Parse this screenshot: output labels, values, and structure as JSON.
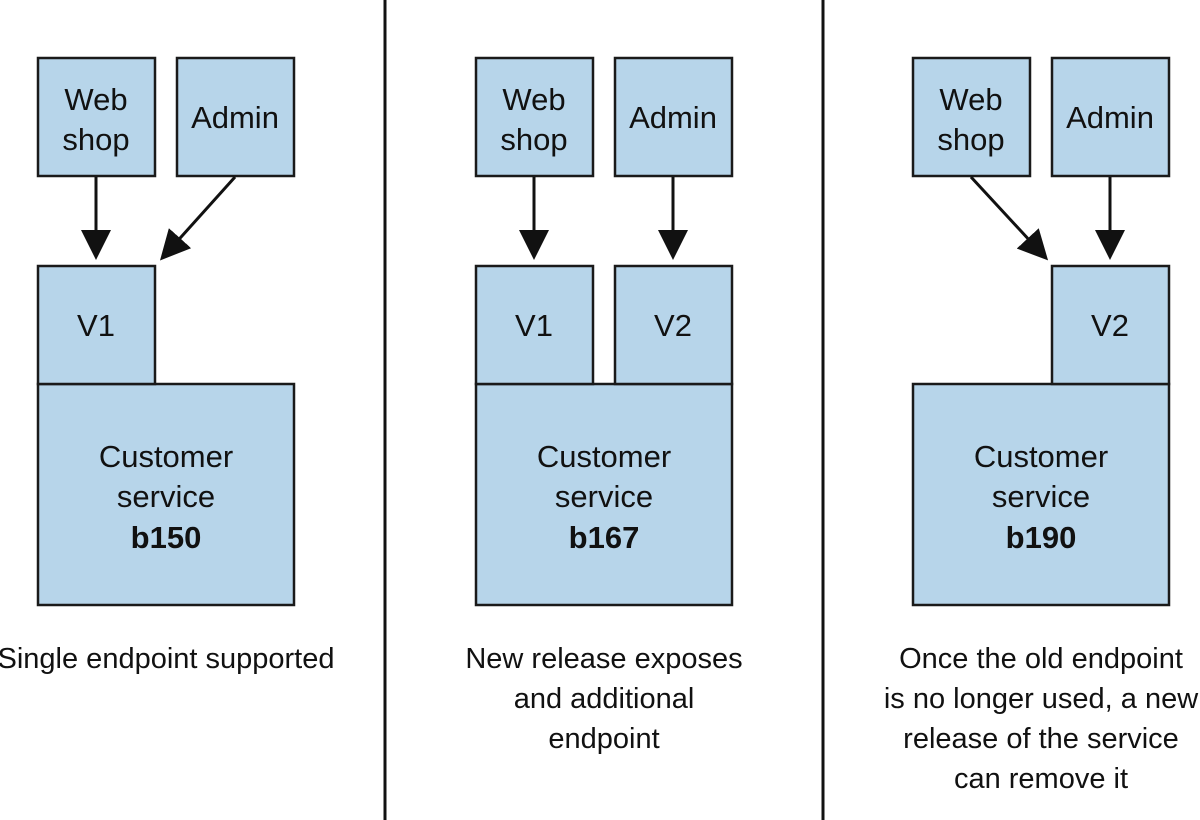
{
  "panels": [
    {
      "consumers": {
        "web_shop": [
          "Web",
          "shop"
        ],
        "admin": "Admin"
      },
      "endpoints": [
        "V1"
      ],
      "service": {
        "name": [
          "Customer",
          "service"
        ],
        "build": "b150"
      },
      "caption": [
        "Single endpoint supported"
      ]
    },
    {
      "consumers": {
        "web_shop": [
          "Web",
          "shop"
        ],
        "admin": "Admin"
      },
      "endpoints": [
        "V1",
        "V2"
      ],
      "service": {
        "name": [
          "Customer",
          "service"
        ],
        "build": "b167"
      },
      "caption": [
        "New release exposes",
        "and additional",
        "endpoint"
      ]
    },
    {
      "consumers": {
        "web_shop": [
          "Web",
          "shop"
        ],
        "admin": "Admin"
      },
      "endpoints": [
        "V2"
      ],
      "service": {
        "name": [
          "Customer",
          "service"
        ],
        "build": "b190"
      },
      "caption": [
        "Once the old endpoint",
        "is no longer used, a new",
        "release of the service",
        "can remove it"
      ]
    }
  ],
  "colors": {
    "box_fill": "#b7d5ea",
    "stroke": "#1a1a1a"
  }
}
